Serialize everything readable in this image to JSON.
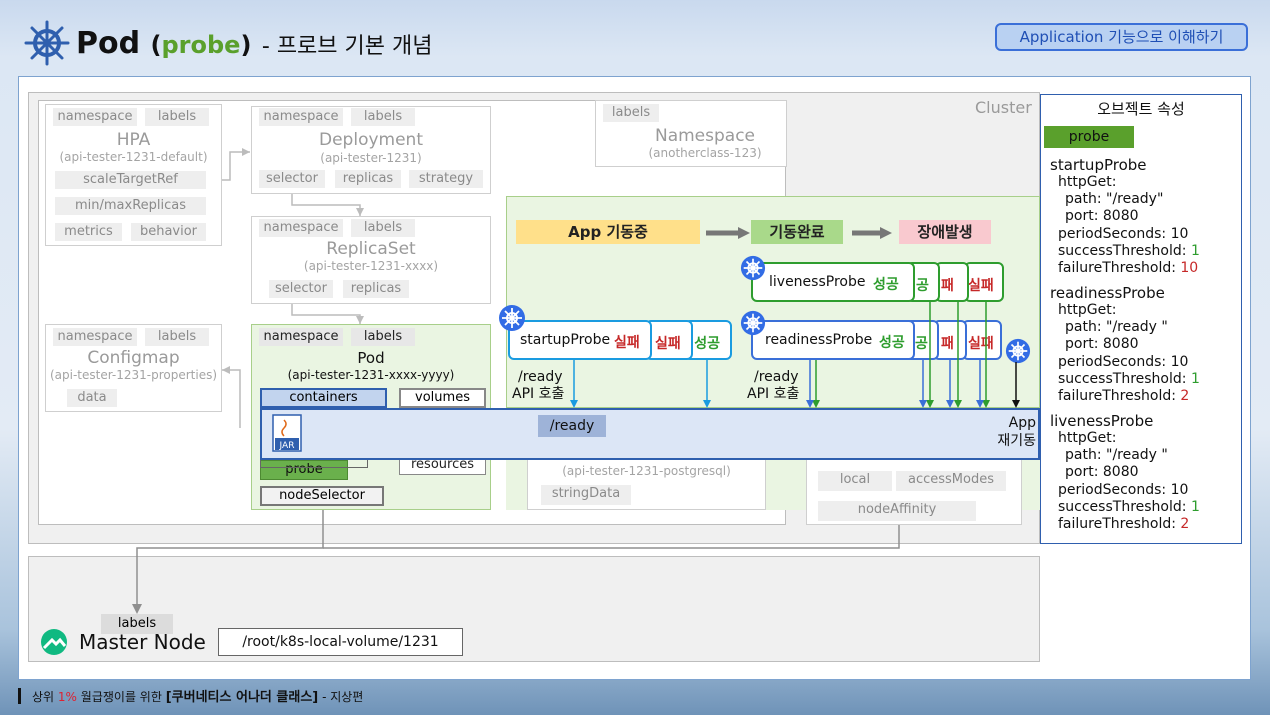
{
  "header": {
    "title_main": "Pod",
    "title_paren_open": "(",
    "title_probe": "probe",
    "title_paren_close": ")",
    "title_sub": "- 프로브 기본 개념",
    "app_button": "Application 기능으로 이해하기"
  },
  "cluster": {
    "label": "Cluster",
    "hpa": {
      "tags": [
        "namespace",
        "labels"
      ],
      "name": "HPA",
      "paren": "(api-tester-1231-default)",
      "fields": [
        "scaleTargetRef",
        "min/maxReplicas",
        "metrics",
        "behavior"
      ]
    },
    "deployment": {
      "tags": [
        "namespace",
        "labels"
      ],
      "name": "Deployment",
      "paren": "(api-tester-1231)",
      "fields": [
        "selector",
        "replicas",
        "strategy"
      ]
    },
    "namespace": {
      "tags": [
        "labels"
      ],
      "name": "Namespace",
      "paren": "(anotherclass-123)"
    },
    "replicaset": {
      "tags": [
        "namespace",
        "labels"
      ],
      "name": "ReplicaSet",
      "paren": "(api-tester-1231-xxxx)",
      "fields": [
        "selector",
        "replicas"
      ]
    },
    "configmap": {
      "tags": [
        "namespace",
        "labels"
      ],
      "name": "Configmap",
      "paren": "(api-tester-1231-properties)",
      "fields": [
        "data"
      ]
    },
    "pod": {
      "tags": [
        "namespace",
        "labels"
      ],
      "name": "Pod",
      "paren": "(api-tester-1231-xxxx-yyyy)",
      "containers": "containers",
      "volumes": "volumes",
      "resources": "resources",
      "probe": "probe",
      "node_selector": "nodeSelector"
    },
    "secret": {
      "paren": "(api-tester-1231-postgresql)",
      "field": "stringData"
    },
    "pv": {
      "fields": [
        "local",
        "accessModes",
        "nodeAffinity"
      ]
    }
  },
  "flow": {
    "step1": "App 기동중",
    "step2": "기동완료",
    "step3": "장애발생"
  },
  "probes": {
    "startup": {
      "name": "startupProbe",
      "status": "실패",
      "b2": "실패",
      "b3": "성공"
    },
    "readiness": {
      "name": "readinessProbe",
      "status": "성공",
      "b2": "공",
      "b3": "패",
      "b4": "실패"
    },
    "liveness": {
      "name": "livenessProbe",
      "status": "성공",
      "b2": "공",
      "b3": "패",
      "b4": "실패"
    },
    "call_path": "/ready",
    "call_label": "API 호출"
  },
  "container_bar": {
    "jar": "JAR",
    "ready": "/ready",
    "restart_line1": "App",
    "restart_line2": "재기동"
  },
  "side_panel": {
    "title": "오브젝트 속성",
    "probe_tag": "probe",
    "startupProbe": {
      "name": "startupProbe",
      "httpGet": "httpGet:",
      "path_key": "path:",
      "path_val": "\"/ready\"",
      "port_key": "port:",
      "port_val": "8080",
      "period_key": "periodSeconds:",
      "period_val": "10",
      "success_key": "successThreshold:",
      "success_val": "1",
      "failure_key": "failureThreshold:",
      "failure_val": "10"
    },
    "readinessProbe": {
      "name": "readinessProbe",
      "httpGet": "httpGet:",
      "path_key": "path:",
      "path_val": "\"/ready \"",
      "port_key": "port:",
      "port_val": "8080",
      "period_key": "periodSeconds:",
      "period_val": "10",
      "success_key": "successThreshold:",
      "success_val": "1",
      "failure_key": "failureThreshold:",
      "failure_val": "2"
    },
    "livenessProbe": {
      "name": "livenessProbe",
      "httpGet": "httpGet:",
      "path_key": "path:",
      "path_val": "\"/ready \"",
      "port_key": "port:",
      "port_val": "8080",
      "period_key": "periodSeconds:",
      "period_val": "10",
      "success_key": "successThreshold:",
      "success_val": "1",
      "failure_key": "failureThreshold:",
      "failure_val": "2"
    }
  },
  "master_node": {
    "labels": "labels",
    "name": "Master Node",
    "path": "/root/k8s-local-volume/1231"
  },
  "footer": {
    "pre": "상위",
    "pct": "1%",
    "mid": "월급쟁이를 위한",
    "course": "[쿠버네티스 어나더 클래스]",
    "post": "- 지상편"
  },
  "colors": {
    "accent_blue": "#2f5fae",
    "probe_green": "#5aa02c",
    "fail_red": "#c62828",
    "success_green": "#2e9d2e"
  }
}
